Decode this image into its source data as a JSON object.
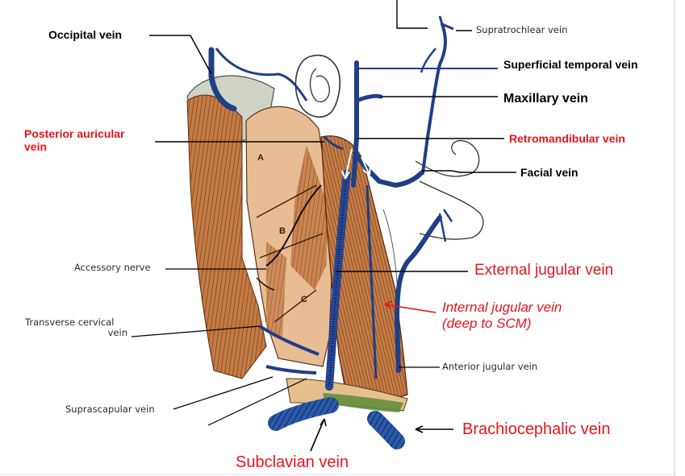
{
  "labels": {
    "occipital_vein": "Occipital vein",
    "supratrochlear_vein": "Supratrochlear vein",
    "superficial_temporal_vein": "Superficial temporal vein",
    "maxillary_vein": "Maxillary vein",
    "posterior_auricular_vein": [
      "Posterior auricular",
      "vein"
    ],
    "retromandibular_vein": "Retromandibular vein",
    "facial_vein": "Facial vein",
    "muscle_a": "A",
    "muscle_b": "B",
    "muscle_c": "C",
    "accessory_nerve": "Accessory nerve",
    "external_jugular_vein": "External jugular vein",
    "transverse_cervical_vein": [
      "Transverse cervical",
      "vein"
    ],
    "internal_jugular_vein": [
      "Internal jugular vein",
      "(deep to SCM)"
    ],
    "anterior_jugular_vein": "Anterior jugular vein",
    "suprascapular_vein": "Suprascapular vein",
    "brachiocephalic_vein": "Brachiocephalic vein",
    "subclavian_vein": "Subclavian vein"
  },
  "colors": {
    "label_black": "#000000",
    "label_red": "#e8141b",
    "vein_blue": "#1f3f86",
    "muscle_brown": "#b8713f",
    "skin_tan": "#e8b98e",
    "clavicle_green": "#5d8b3a"
  }
}
